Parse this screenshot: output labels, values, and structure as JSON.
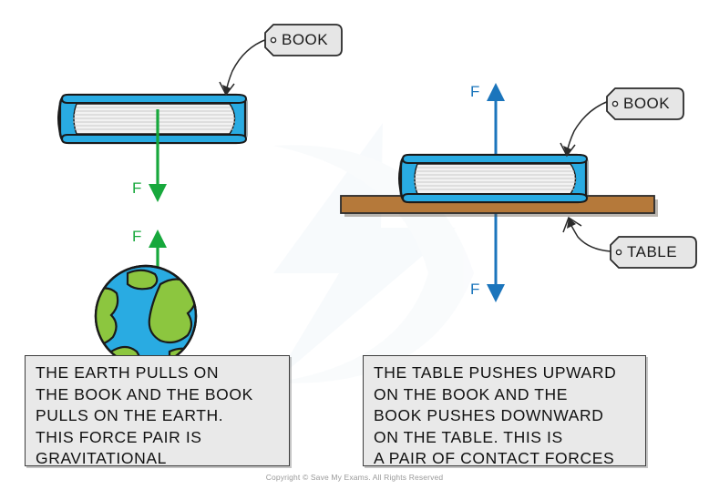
{
  "diagram": {
    "title": "Newton's third law force pairs: book and Earth, book on table",
    "colors": {
      "green_arrow": "#17A83C",
      "blue_arrow": "#1B75BC",
      "book_cover": "#29ABE2",
      "book_pages": "#F2F2F2",
      "table_wood": "#B5793A",
      "earth_ocean": "#29ABE2",
      "earth_land": "#8CC63F",
      "tag_fill": "#E6E6E6",
      "box_fill": "#E9E9E9",
      "outline": "#1A1A1A"
    }
  },
  "left_panel": {
    "name": "gravitational-force-pair",
    "book_tag": {
      "text": "BOOK"
    },
    "force_down_label": "F",
    "force_up_label": "F",
    "earth_label": "earth-globe",
    "info_lines": [
      "THE EARTH PULLS ON",
      "THE BOOK AND THE BOOK",
      "PULLS ON THE EARTH.",
      "THIS FORCE PAIR IS",
      "GRAVITATIONAL"
    ]
  },
  "right_panel": {
    "name": "contact-force-pair",
    "book_tag": {
      "text": "BOOK"
    },
    "table_tag": {
      "text": "TABLE"
    },
    "force_up_label": "F",
    "force_down_label": "F",
    "info_lines": [
      "THE TABLE PUSHES UPWARD",
      "ON THE BOOK AND THE",
      "BOOK PUSHES DOWNWARD",
      "ON THE TABLE. THIS IS",
      "A PAIR OF CONTACT FORCES"
    ]
  },
  "footer": {
    "copyright": "Copyright © Save My Exams. All Rights Reserved"
  }
}
